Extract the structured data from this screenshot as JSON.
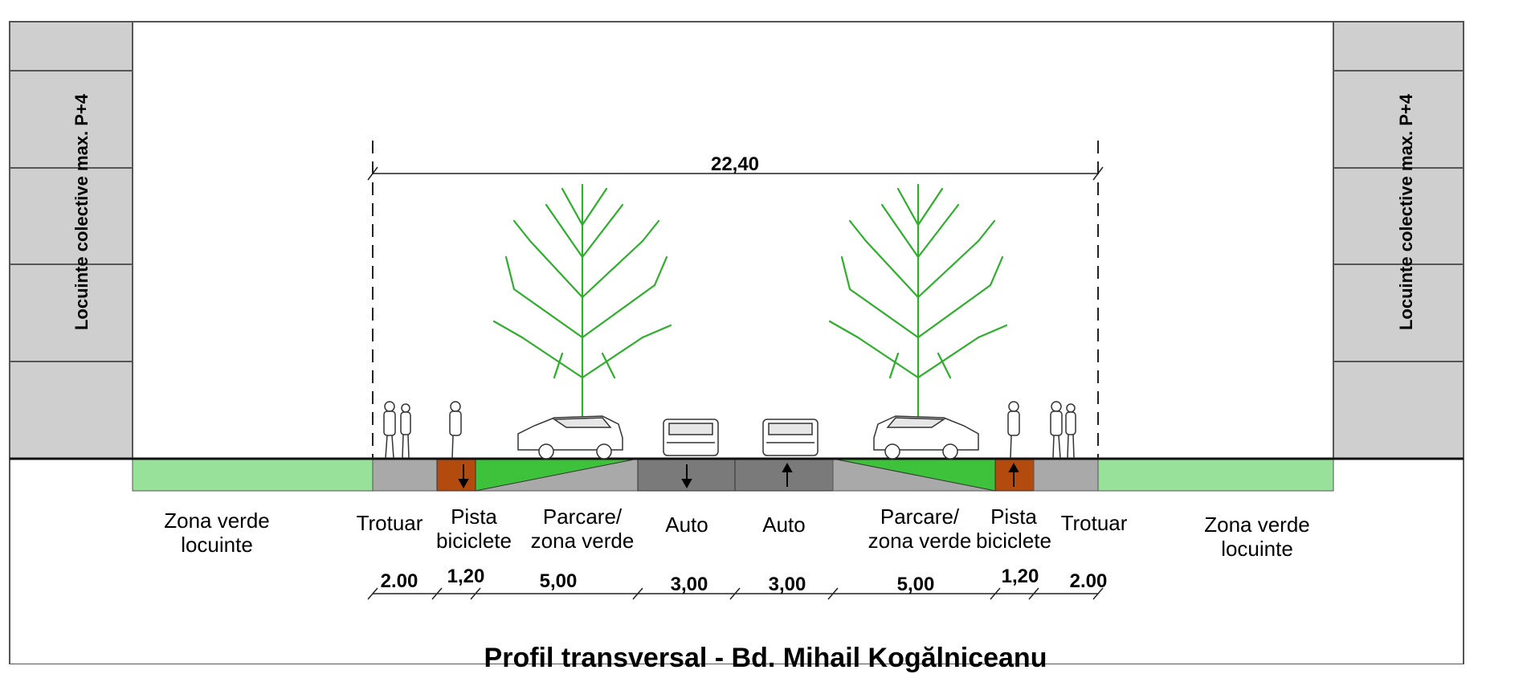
{
  "title": "Profil transversal - Bd. Mihail Kogălniceanu",
  "total_width": "22,40",
  "buildings": {
    "left_label": "Locuinte colective max. P+4",
    "right_label": "Locuinte colective max. P+4"
  },
  "zones": [
    {
      "id": "zona-verde-left",
      "label": "Zona verde\nlocuinte"
    },
    {
      "id": "trotuar-left",
      "label": "Trotuar"
    },
    {
      "id": "pista-left",
      "label": "Pista\nbiciclete"
    },
    {
      "id": "parcare-left",
      "label": "Parcare/\nzona verde"
    },
    {
      "id": "auto-left",
      "label": "Auto"
    },
    {
      "id": "auto-right",
      "label": "Auto"
    },
    {
      "id": "parcare-right",
      "label": "Parcare/\nzona verde"
    },
    {
      "id": "pista-right",
      "label": "Pista\nbiciclete"
    },
    {
      "id": "trotuar-right",
      "label": "Trotuar"
    },
    {
      "id": "zona-verde-right",
      "label": "Zona verde\nlocuinte"
    }
  ],
  "dimensions": [
    "2.00",
    "1,20",
    "5,00",
    "3,00",
    "3,00",
    "5,00",
    "1,20",
    "2.00"
  ],
  "colors": {
    "building": "#cfcfcf",
    "building_line": "#555555",
    "green_zone": "#97e19a",
    "sidewalk": "#a9a9a9",
    "bike_lane": "#b34a0e",
    "parking_green": "#3fc23b",
    "road": "#7a7a7a",
    "tree": "#2eae2c"
  }
}
